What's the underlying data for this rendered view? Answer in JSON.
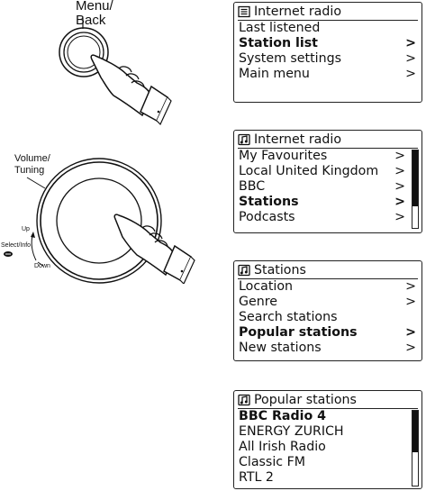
{
  "illustrations": {
    "menu_button": {
      "label_line1": "Menu/",
      "label_line2": "Back"
    },
    "tuning_knob": {
      "label_line1": "Volume/",
      "label_line2": "Tuning",
      "up_label": "Up",
      "select_label": "Select/Info",
      "down_label": "Down"
    }
  },
  "screens": [
    {
      "title": "Internet radio",
      "icon": "menu-list-icon",
      "items": [
        {
          "label": "Last listened",
          "arrow": "",
          "bold": false
        },
        {
          "label": "Station list",
          "arrow": ">",
          "bold": true
        },
        {
          "label": "System settings",
          "arrow": ">",
          "bold": false
        },
        {
          "label": "Main menu",
          "arrow": ">",
          "bold": false
        }
      ],
      "scrollbar": false
    },
    {
      "title": "Internet radio",
      "icon": "music-notes-icon",
      "items": [
        {
          "label": "My Favourites",
          "arrow": ">",
          "bold": false
        },
        {
          "label": "Local United Kingdom",
          "arrow": ">",
          "bold": false
        },
        {
          "label": "BBC",
          "arrow": ">",
          "bold": false
        },
        {
          "label": "Stations",
          "arrow": ">",
          "bold": true
        },
        {
          "label": "Podcasts",
          "arrow": ">",
          "bold": false
        }
      ],
      "scrollbar": true,
      "scroll_fraction": 0.72
    },
    {
      "title": "Stations",
      "icon": "music-notes-icon",
      "items": [
        {
          "label": "Location",
          "arrow": ">",
          "bold": false
        },
        {
          "label": "Genre",
          "arrow": ">",
          "bold": false
        },
        {
          "label": "Search stations",
          "arrow": "",
          "bold": false
        },
        {
          "label": "Popular stations",
          "arrow": ">",
          "bold": true
        },
        {
          "label": "New stations",
          "arrow": ">",
          "bold": false
        }
      ],
      "scrollbar": false
    },
    {
      "title": "Popular stations",
      "icon": "music-notes-icon",
      "items": [
        {
          "label": "BBC Radio 4",
          "arrow": "",
          "bold": true
        },
        {
          "label": "ENERGY ZURICH",
          "arrow": "",
          "bold": false
        },
        {
          "label": "All Irish Radio",
          "arrow": "",
          "bold": false
        },
        {
          "label": "Classic FM",
          "arrow": "",
          "bold": false
        },
        {
          "label": "RTL 2",
          "arrow": "",
          "bold": false
        }
      ],
      "scrollbar": true,
      "scroll_fraction": 0.55
    }
  ]
}
